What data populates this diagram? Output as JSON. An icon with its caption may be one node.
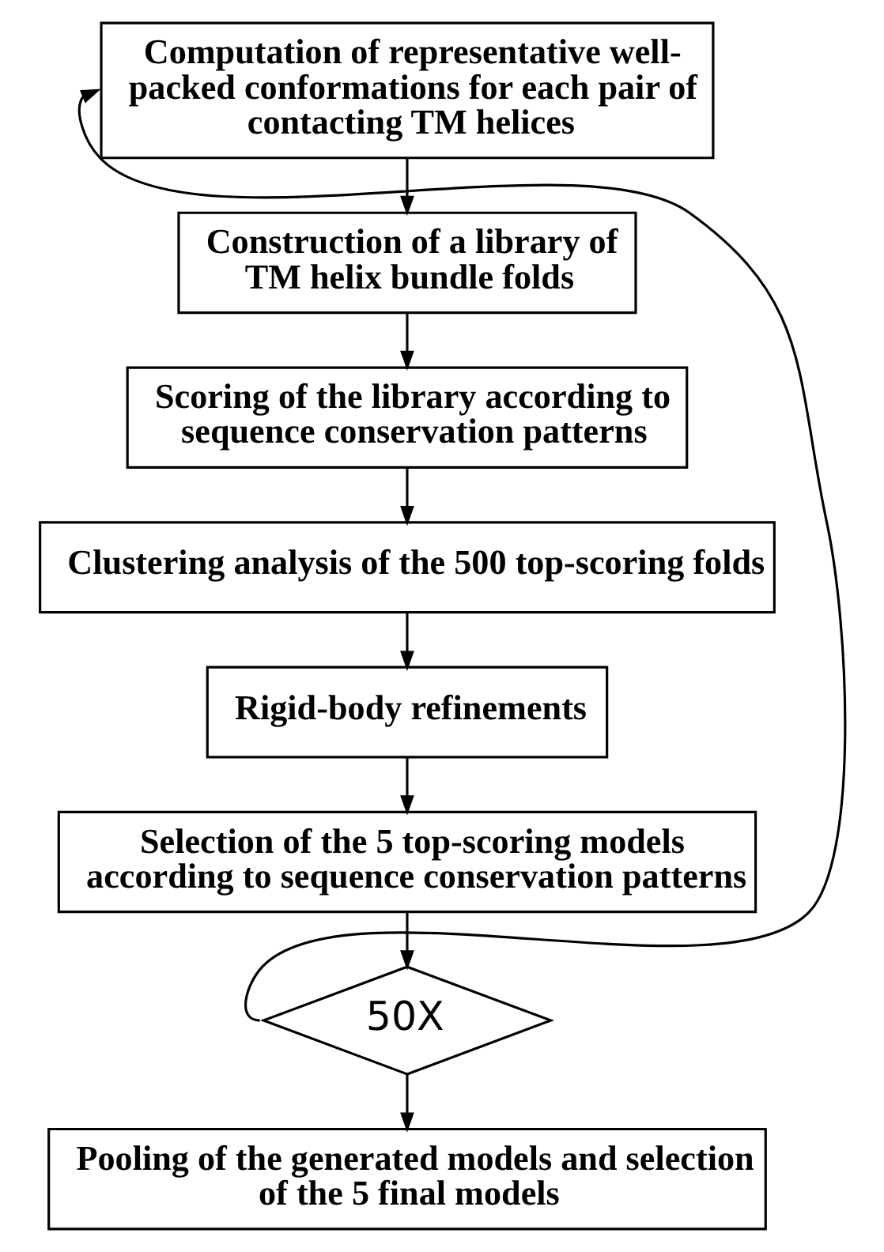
{
  "diagram": {
    "nodes": [
      {
        "text": [
          "Computation of representative well-packed conformations for each pair of contacting TM helices"
        ]
      },
      {
        "text": [
          "Construction of a library of TM helix bundle folds"
        ]
      },
      {
        "text": [
          "Scoring of the library according to sequence conservation patterns"
        ]
      },
      {
        "text": [
          "Clustering analysis of the 500 top-scoring folds"
        ]
      },
      {
        "text": [
          "Rigid-body refinements"
        ]
      },
      {
        "text": [
          "Selection of the 5 top-scoring models according to sequence conservation patterns"
        ]
      },
      {
        "text": [
          "50X"
        ]
      },
      {
        "text": [
          "Pooling of the generated models and selection of the 5 final models"
        ]
      }
    ],
    "edges": [
      {
        "from": 0,
        "to": 1,
        "arrow": "to"
      },
      {
        "from": 1,
        "to": 2,
        "arrow": "to"
      },
      {
        "from": 2,
        "to": 3,
        "arrow": "to"
      },
      {
        "from": 3,
        "to": 4,
        "arrow": "to"
      },
      {
        "from": 4,
        "to": 5,
        "arrow": "to"
      },
      {
        "from": 5,
        "to": 6,
        "arrow": "to"
      },
      {
        "from": 6,
        "to": 7,
        "arrow": "to"
      },
      {
        "from": 6,
        "to": 0,
        "arrow": "to"
      }
    ]
  }
}
